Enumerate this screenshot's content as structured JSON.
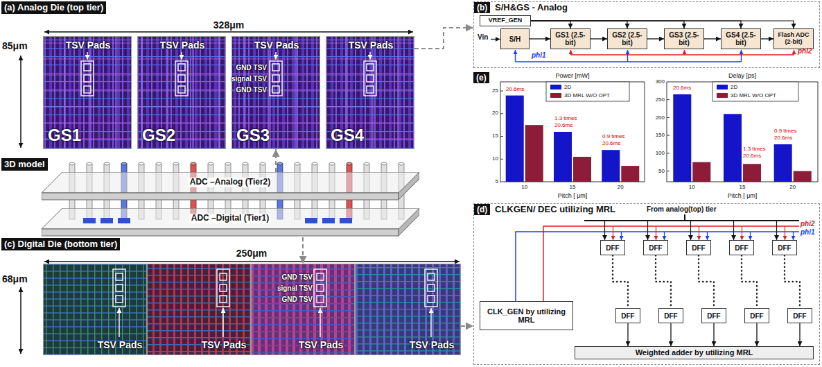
{
  "diagram": {
    "nodes": [
      {
        "text": [
          "(a) Analog Die (top tier)"
        ]
      },
      {
        "text": [
          "TSV Pads",
          "GS1"
        ]
      },
      {
        "text": [
          "TSV Pads",
          "GS2"
        ]
      },
      {
        "text": [
          "TSV Pads",
          "GND TSV",
          "signal TSV",
          "GND TSV",
          "GS3"
        ]
      },
      {
        "text": [
          "TSV Pads",
          "GS4"
        ]
      },
      {
        "text": [
          "3D model"
        ]
      },
      {
        "text": [
          "ADC –Analog (Tier2)"
        ]
      },
      {
        "text": [
          "ADC –Digital (Tier1)"
        ]
      },
      {
        "text": [
          "(c) Digital Die (bottom tier)"
        ]
      },
      {
        "text": [
          "TSV Pads"
        ]
      },
      {
        "text": [
          "TSV Pads"
        ]
      },
      {
        "text": [
          "TSV Pads",
          "GND TSV",
          "signal TSV",
          "GND TSV"
        ]
      },
      {
        "text": [
          "TSV Pads"
        ]
      },
      {
        "text": [
          "S/H&GS - Analog"
        ]
      },
      {
        "text": [
          "(b)"
        ],
        "in": 13
      },
      {
        "text": [
          "VREF_GEN"
        ],
        "in": 13
      },
      {
        "text": [
          "S/H"
        ],
        "in": 13
      },
      {
        "text": [
          "GS1 (2.5-bit)"
        ],
        "in": 13
      },
      {
        "text": [
          "GS2 (2.5-bit)"
        ],
        "in": 13
      },
      {
        "text": [
          "GS3 (2.5-bit)"
        ],
        "in": 13
      },
      {
        "text": [
          "GS4 (2.5-bit)"
        ],
        "in": 13
      },
      {
        "text": [
          "Flash ADC (2-bit)"
        ],
        "in": 13
      },
      {
        "text": [
          "(e)"
        ]
      },
      {
        "text": [
          "CLKGEN/ DEC utilizing MRL"
        ]
      },
      {
        "text": [
          "(d)"
        ],
        "in": 23
      },
      {
        "text": [
          "CLK_GEN by utilizing MRL"
        ],
        "in": 23
      },
      {
        "text": [
          "DFF"
        ],
        "in": 23
      },
      {
        "text": [
          "DFF"
        ],
        "in": 23
      },
      {
        "text": [
          "DFF"
        ],
        "in": 23
      },
      {
        "text": [
          "DFF"
        ],
        "in": 23
      },
      {
        "text": [
          "DFF"
        ],
        "in": 23
      },
      {
        "text": [
          "DFF"
        ],
        "in": 23
      },
      {
        "text": [
          "DFF"
        ],
        "in": 23
      },
      {
        "text": [
          "DFF"
        ],
        "in": 23
      },
      {
        "text": [
          "DFF"
        ],
        "in": 23
      },
      {
        "text": [
          "DFF"
        ],
        "in": 23
      },
      {
        "text": [
          "Weighted adder by utilizing MRL"
        ],
        "in": 23
      }
    ],
    "edges": [
      {
        "from": 16,
        "to": 17,
        "arrow": "to"
      },
      {
        "from": 17,
        "to": 18,
        "arrow": "to"
      },
      {
        "from": 18,
        "to": 19,
        "arrow": "to"
      },
      {
        "from": 19,
        "to": 20,
        "arrow": "to"
      },
      {
        "from": 20,
        "to": 21,
        "arrow": "to"
      },
      {
        "from": 15,
        "to": 17,
        "arrow": "to"
      },
      {
        "from": 15,
        "to": 18,
        "arrow": "to"
      },
      {
        "from": 15,
        "to": 19,
        "arrow": "to"
      },
      {
        "from": 15,
        "to": 20,
        "arrow": "to"
      },
      {
        "from": 15,
        "to": 21,
        "arrow": "to"
      },
      {
        "from": 4,
        "to": 13,
        "arrow": "to"
      },
      {
        "from": 6,
        "to": 3,
        "arrow": "to"
      },
      {
        "from": 7,
        "to": 11,
        "arrow": "to"
      },
      {
        "from": 12,
        "to": 23,
        "arrow": "to"
      },
      {
        "from": 26,
        "to": 31,
        "arrow": "none"
      },
      {
        "from": 27,
        "to": 32,
        "arrow": "none"
      },
      {
        "from": 28,
        "to": 33,
        "arrow": "none"
      },
      {
        "from": 29,
        "to": 34,
        "arrow": "none"
      },
      {
        "from": 30,
        "to": 35,
        "arrow": "none"
      },
      {
        "from": 31,
        "to": 36,
        "arrow": "to"
      },
      {
        "from": 32,
        "to": 36,
        "arrow": "to"
      },
      {
        "from": 33,
        "to": 36,
        "arrow": "to"
      },
      {
        "from": 34,
        "to": 36,
        "arrow": "to"
      },
      {
        "from": 35,
        "to": 36,
        "arrow": "to"
      }
    ],
    "labels": [
      "328μm",
      "85μm",
      "250μm",
      "68μm",
      "Vin",
      "phi1",
      "phi2",
      "Power [mW]",
      "Delay [ps]",
      "5",
      "10",
      "15",
      "20",
      "25",
      "50",
      "100",
      "150",
      "200",
      "250",
      "300",
      "10",
      "15",
      "20",
      "Pitch [ μm]",
      "10",
      "15",
      "20",
      "Pitch [ μm]",
      "20.6ms",
      "1.3 times",
      "20.6ms",
      "0.9 times",
      "20.6ms",
      "20.6ms",
      "1.3 times",
      "20.6ms",
      "0.9 times",
      "20.6ms",
      "phi1",
      "phi2",
      "From analog(top) tier"
    ],
    "legend": [
      {
        "text": "2D",
        "color": "#1414c8"
      },
      {
        "text": "3D MRL W/O OPT",
        "color": "#8c1c38"
      },
      {
        "text": "2D",
        "color": "#1414c8"
      },
      {
        "text": "3D MRL W/O OPT",
        "color": "#8c1c38"
      }
    ]
  }
}
